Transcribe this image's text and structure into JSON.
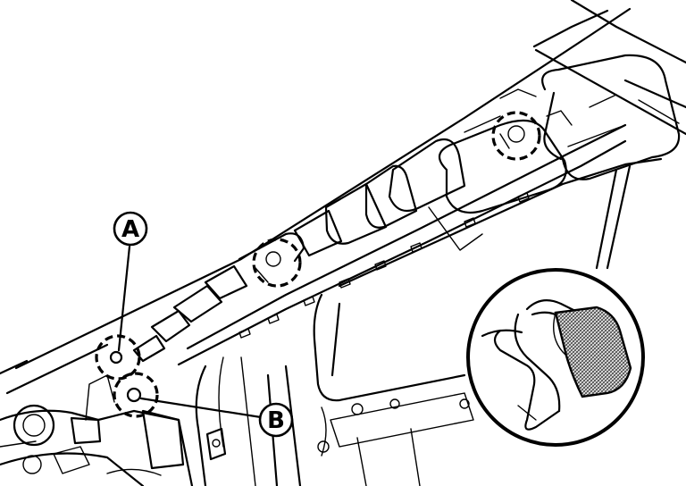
{
  "callouts": {
    "a": {
      "label": "A"
    },
    "b": {
      "label": "B"
    }
  },
  "colors": {
    "ink": "#000000",
    "background": "#ffffff",
    "hatch": "#808080"
  },
  "icons": [
    "clip-callout-a",
    "clip-callout-b",
    "detail-magnifier"
  ]
}
